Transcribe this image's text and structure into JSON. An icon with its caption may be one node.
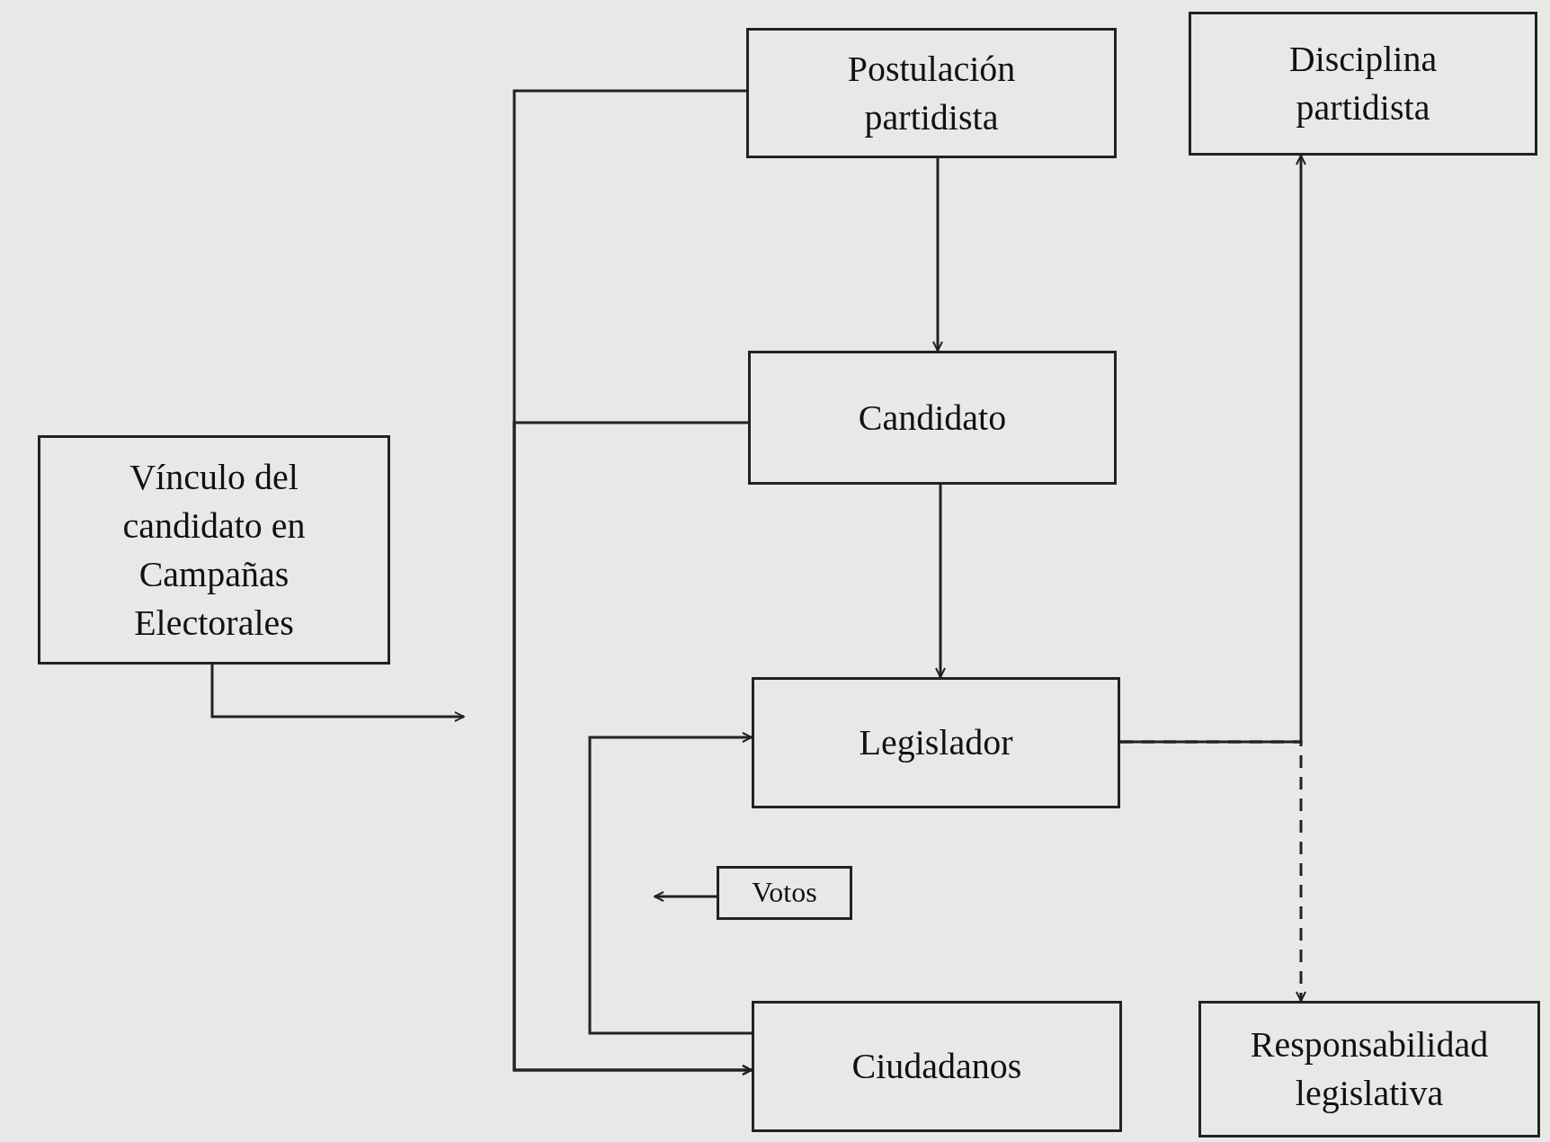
{
  "diagram": {
    "nodes": [
      {
        "text": [
          "Vínculo del candidato en Campañas Electorales"
        ]
      },
      {
        "text": [
          "Postulación partidista"
        ]
      },
      {
        "text": [
          "Disciplina partidista"
        ]
      },
      {
        "text": [
          "Candidato"
        ]
      },
      {
        "text": [
          "Legislador"
        ]
      },
      {
        "text": [
          "Votos"
        ]
      },
      {
        "text": [
          "Ciudadanos"
        ]
      },
      {
        "text": [
          "Responsabilidad legislativa"
        ]
      }
    ],
    "edges": [
      {
        "from": 1,
        "to": 6,
        "arrow": "to"
      },
      {
        "from": 3,
        "to": 6,
        "arrow": "to"
      },
      {
        "from": 0,
        "to": null,
        "arrow": "to"
      },
      {
        "from": 1,
        "to": 3,
        "arrow": "to"
      },
      {
        "from": 3,
        "to": 4,
        "arrow": "to"
      },
      {
        "from": 4,
        "to": 7,
        "arrow": "to",
        "style": "dashed"
      },
      {
        "from": 4,
        "to": 2,
        "arrow": "to"
      },
      {
        "from": 6,
        "to": 4,
        "arrow": "to"
      },
      {
        "from": 5,
        "to": null,
        "arrow": "to"
      }
    ]
  }
}
